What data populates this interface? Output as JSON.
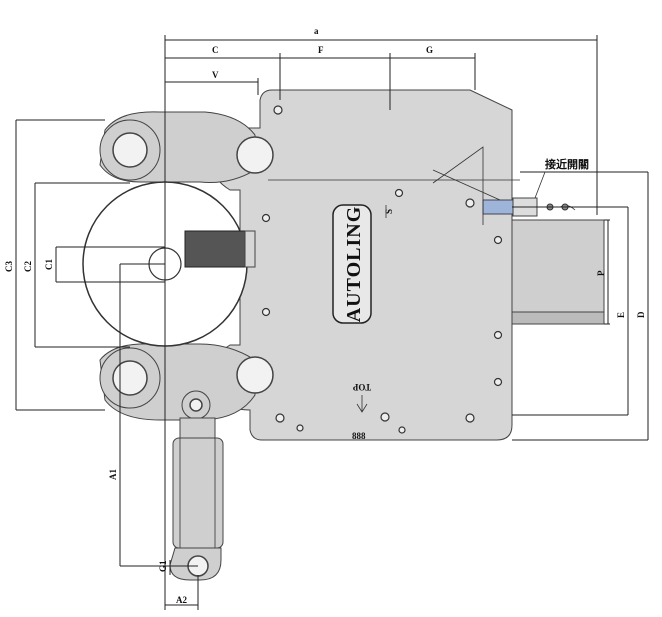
{
  "brand": "AUTOLING",
  "orientation": "TOP",
  "sensor_label": "接近開關",
  "plate_text": "888",
  "dimensions": {
    "total_width": "a",
    "c": "C",
    "f": "F",
    "g": "G",
    "v": "V",
    "c1": "C1",
    "c2": "C2",
    "c3": "C3",
    "a1": "A1",
    "a2": "A2",
    "g1": "G1",
    "p": "P",
    "e": "E",
    "d": "D",
    "s": "S"
  }
}
